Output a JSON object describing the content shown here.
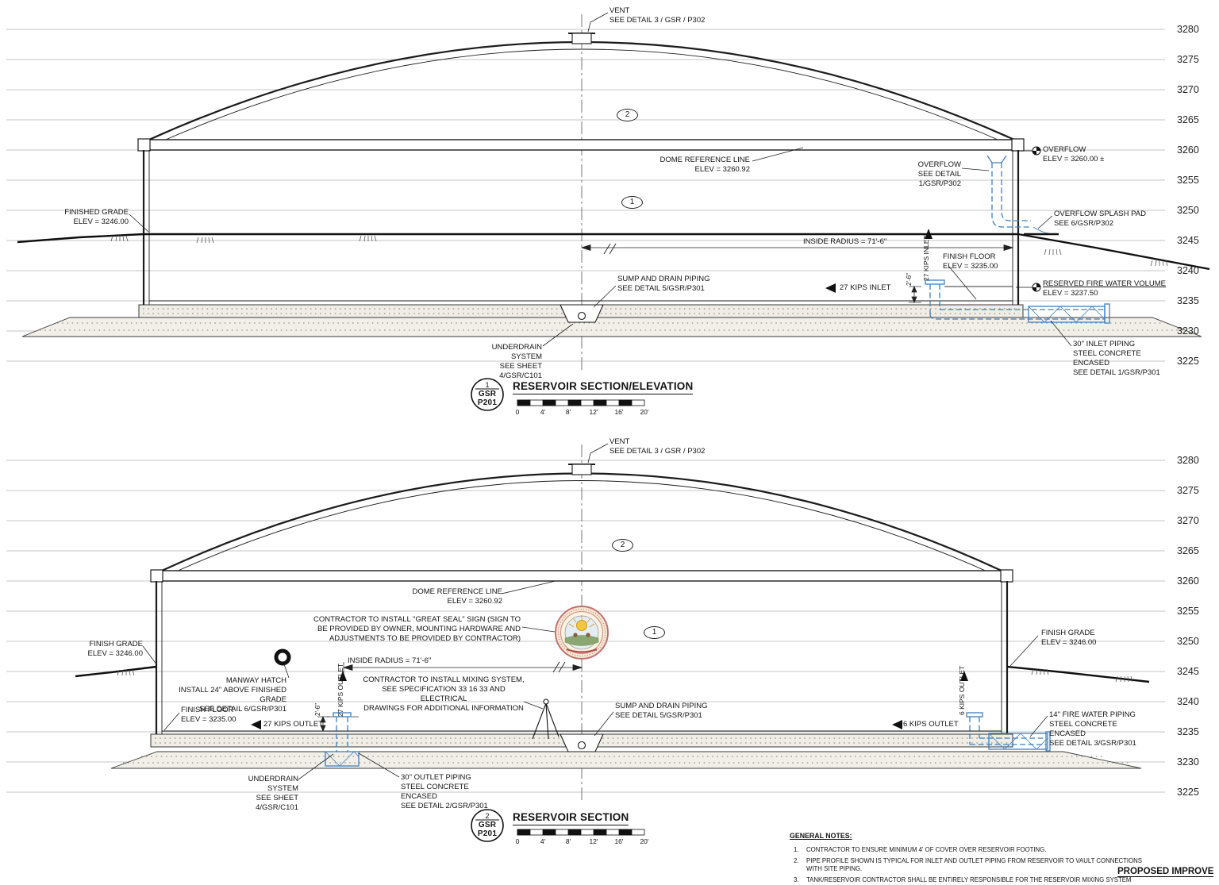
{
  "drawing": {
    "elevations": [
      "3280",
      "3275",
      "3270",
      "3265",
      "3260",
      "3255",
      "3250",
      "3245",
      "3240",
      "3235",
      "3230",
      "3225"
    ],
    "scale_ticks": [
      "0",
      "4'",
      "8'",
      "12'",
      "16'",
      "20'"
    ]
  },
  "section1": {
    "callout": {
      "num": "1",
      "ref": "GSR",
      "sheet": "P201"
    },
    "title": "RESERVOIR SECTION/ELEVATION",
    "markers": {
      "m1": "1",
      "m2": "2"
    },
    "labels": {
      "vent": "VENT\nSEE DETAIL 3 / GSR / P302",
      "dome_ref": "DOME REFERENCE LINE\nELEV = 3260.92",
      "overflow_detail": "OVERFLOW\nSEE DETAIL 1/GSR/P302",
      "overflow_elev": "OVERFLOW\nELEV = 3260.00 ±",
      "finished_grade": "FINISHED GRADE\nELEV = 3246.00",
      "inside_radius": "INSIDE RADIUS = 71'-6\"",
      "finish_floor": "FINISH FLOOR\nELEV = 3235.00",
      "overflow_splash": "OVERFLOW SPLASH PAD\nSEE 6/GSR/P302",
      "fire_water_title": "RESERVED FIRE WATER VOLUME",
      "fire_water_elev": "ELEV = 3237.50",
      "sump": "SUMP AND DRAIN PIPING\nSEE DETAIL 5/GSR/P301",
      "inlet_flow": "27 KIPS INLET",
      "inlet_riser": "27 KIPS INLET",
      "dim_2_6": "2'-6\"",
      "underdrain": "UNDERDRAIN SYSTEM\nSEE SHEET 4/GSR/C101",
      "inlet_piping": "30\" INLET PIPING\nSTEEL CONCRETE ENCASED\nSEE DETAIL 1/GSR/P301"
    }
  },
  "section2": {
    "callout": {
      "num": "2",
      "ref": "GSR",
      "sheet": "P201"
    },
    "title": "RESERVOIR SECTION",
    "markers": {
      "m1": "1",
      "m2": "2"
    },
    "labels": {
      "vent": "VENT\nSEE DETAIL 3 / GSR / P302",
      "dome_ref": "DOME REFERENCE LINE\nELEV = 3260.92",
      "great_seal": "CONTRACTOR TO INSTALL \"GREAT SEAL\" SIGN (SIGN TO\nBE PROVIDED BY OWNER, MOUNTING HARDWARE AND\nADJUSTMENTS TO BE PROVIDED BY CONTRACTOR)",
      "finish_grade_left": "FINISH GRADE\nELEV = 3246.00",
      "finish_grade_right": "FINISH GRADE\nELEV = 3246.00",
      "manway": "MANWAY HATCH\nINSTALL 24\" ABOVE FINISHED GRADE\nSEE DETAIL 6/GSR/P301",
      "inside_radius": "INSIDE RADIUS = 71'-6\"",
      "mixing": "CONTRACTOR TO INSTALL MIXING SYSTEM,\nSEE SPECIFICATION 33 16 33 AND ELECTRICAL\nDRAWINGS FOR ADDITIONAL INFORMATION",
      "finish_floor": "FINISH FLOOR\nELEV = 3235.00",
      "outlet27_flow": "27 KIPS OUTLET",
      "outlet27_riser": "27 KIPS OUTLET",
      "dim_2_6": "2'-6\"",
      "sump": "SUMP AND DRAIN PIPING\nSEE DETAIL 5/GSR/P301",
      "outlet6_flow": "6 KIPS OUTLET",
      "outlet6_riser": "6 KIPS OUTLET",
      "fire_water_piping": "14\" FIRE WATER PIPING\nSTEEL CONCRETE ENCASED\nSEE DETAIL 3/GSR/P301",
      "underdrain": "UNDERDRAIN SYSTEM\nSEE SHEET 4/GSR/C101",
      "outlet_piping": "30\" OUTLET PIPING\nSTEEL CONCRETE ENCASED\nSEE DETAIL 2/GSR/P301"
    }
  },
  "notes": {
    "heading": "GENERAL NOTES:",
    "items": [
      {
        "num": "1.",
        "text": "CONTRACTOR TO ENSURE MINIMUM 4' OF COVER OVER RESERVOIR FOOTING."
      },
      {
        "num": "2.",
        "text": "PIPE PROFILE SHOWN IS TYPICAL FOR INLET AND OUTLET PIPING FROM RESERVOIR TO VAULT CONNECTIONS WITH SITE PIPING."
      },
      {
        "num": "3.",
        "text": "TANK/RESERVOIR CONTRACTOR SHALL BE ENTIRELY RESPONSIBLE FOR THE RESERVOIR MIXING SYSTEM"
      }
    ]
  },
  "footer": {
    "proposed": "PROPOSED IMPROVE"
  }
}
